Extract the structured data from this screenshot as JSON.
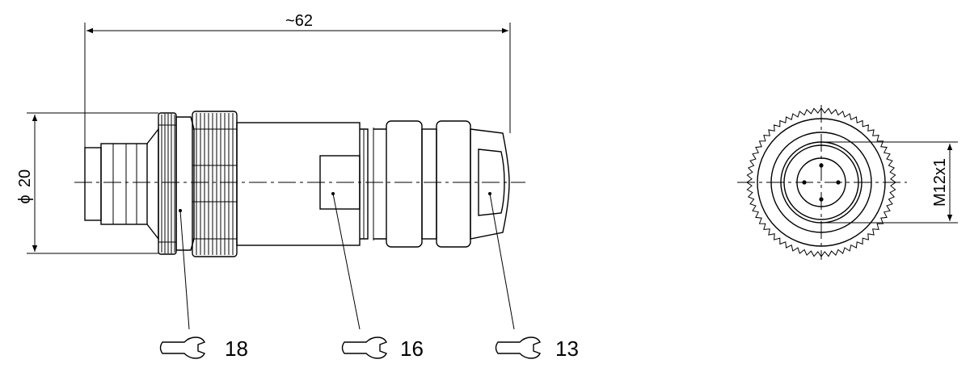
{
  "dimensions": {
    "length": "~62",
    "diameter": "20",
    "diameter_symbol": "ϕ",
    "thread": "M12x1"
  },
  "callouts": [
    {
      "label": "18",
      "icon": "wrench-icon"
    },
    {
      "label": "16",
      "icon": "wrench-icon"
    },
    {
      "label": "13",
      "icon": "wrench-icon"
    }
  ],
  "colors": {
    "line": "#000000",
    "background": "#ffffff"
  }
}
